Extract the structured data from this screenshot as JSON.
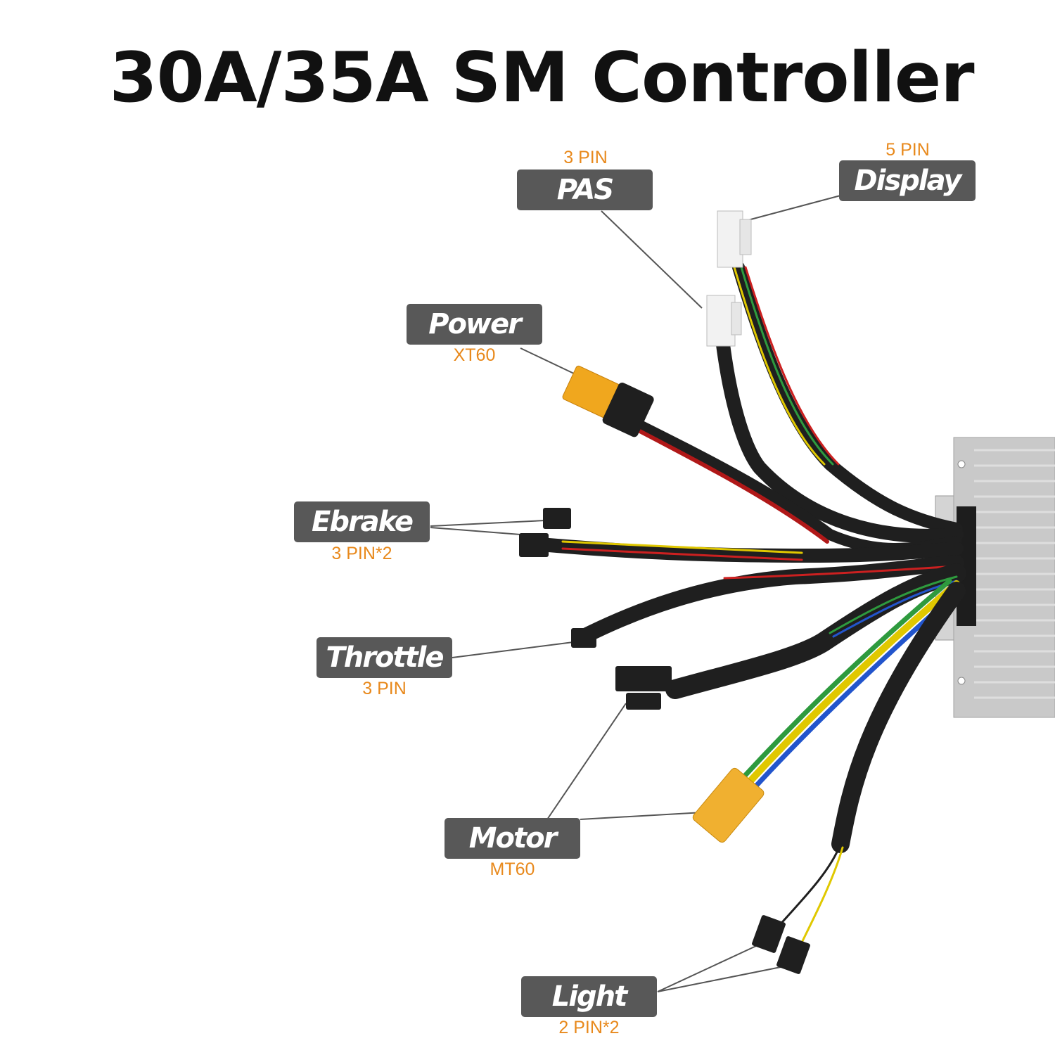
{
  "title": "30A/35A SM Controller",
  "colors": {
    "label_bg": "#585858",
    "label_text": "#ffffff",
    "spec_text": "#e8891c",
    "title": "#111111"
  },
  "connectors": [
    {
      "id": "pas",
      "label": "PAS",
      "spec": "3 PIN"
    },
    {
      "id": "display",
      "label": "Display",
      "spec": "5 PIN"
    },
    {
      "id": "power",
      "label": "Power",
      "spec": "XT60"
    },
    {
      "id": "ebrake",
      "label": "Ebrake",
      "spec": "3 PIN*2"
    },
    {
      "id": "throttle",
      "label": "Throttle",
      "spec": "3 PIN"
    },
    {
      "id": "motor",
      "label": "Motor",
      "spec": "MT60"
    },
    {
      "id": "light",
      "label": "Light",
      "spec": "2 PIN*2"
    }
  ]
}
